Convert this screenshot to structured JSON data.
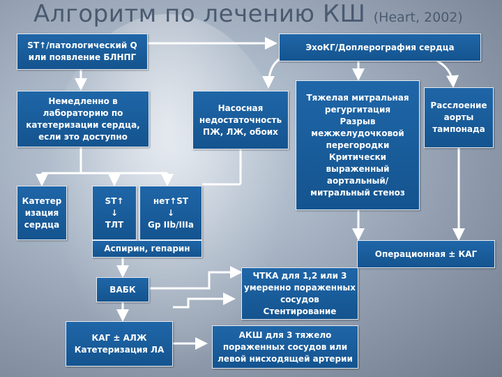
{
  "title": {
    "main": "Алгоритм по лечению КШ ",
    "sub": "(Heart, 2002)"
  },
  "boxes": {
    "st_q": "ST↑/патологический Q\nили появление БЛНПГ",
    "echo": "ЭхоКГ/Доплерография сердца",
    "immediate": "Немедленно в\nлабораторию по\nкатетеризации сердца,\nесли это доступно",
    "pump": "Насосная\nнедостаточность\nПЖ, ЛЖ, обоих",
    "mitral": "Тяжелая митральная\nрегургитация\nРазрыв\nмежжелудочковой\nперегородки\nКритически\nвыраженный\nаортальный/\nмитральный стеноз",
    "dissection": "Расслоение\nаорты\nтампонада",
    "catheter": "Катетер\nизация\nсердца",
    "st_tlt": "ST↑\n↓\nТЛТ",
    "no_st": "нет↑ST\n↓\nGp IIb/IIIa",
    "aspirin": "Аспирин, гепарин",
    "surgery": "Операционная ± КАГ",
    "iabp": "ВАБК",
    "ptca": "ЧТКА для 1,2 или 3\nумеренно пораженных\nсосудов\nСтентирование",
    "cag": "КАГ ± АЛЖ\nКатетеризация ЛА",
    "cabg": "АКШ для 3 тяжело\nпораженных сосудов или\nлевой нисходящей артерии"
  },
  "colors": {
    "box_fill": "#1a5c9c",
    "box_border": "#e9eef5",
    "arrow": "#ffffff",
    "title": "#4a5a70"
  }
}
